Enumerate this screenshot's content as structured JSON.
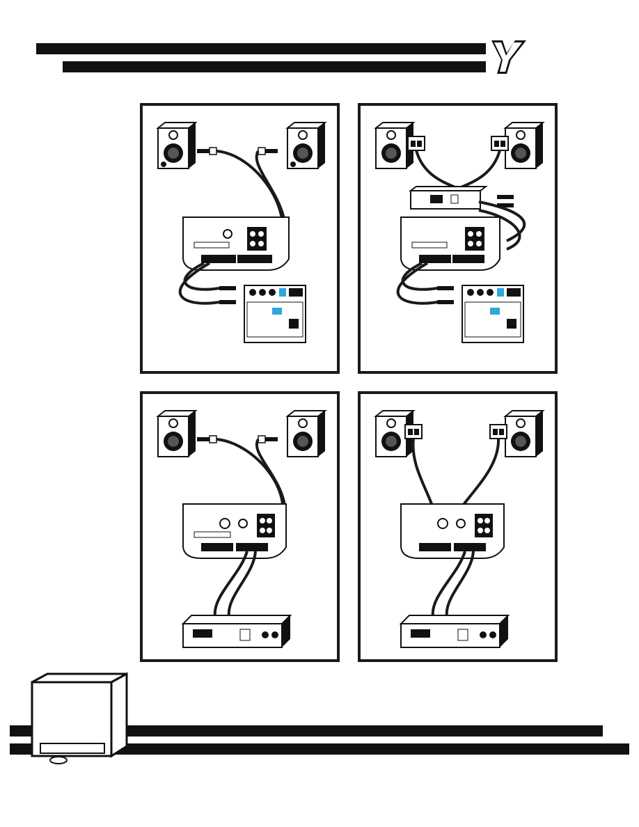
{
  "page": {
    "brand_logo_letter": "Y",
    "colors": {
      "ink": "#111111",
      "cable": "#1a1a1a",
      "accent": "#2fa8d8",
      "paper": "#ffffff"
    }
  },
  "diagrams": [
    {
      "id": "top-left",
      "scene": "powered-monitors-to-subwoofer-to-mixer"
    },
    {
      "id": "top-right",
      "scene": "amplifier-to-speakers-via-subwoofer-and-mixer"
    },
    {
      "id": "bottom-left",
      "scene": "amplifier-to-subwoofer-line-to-monitors"
    },
    {
      "id": "bottom-right",
      "scene": "amplifier-to-subwoofer-speaker-wire-to-passive-speakers"
    }
  ],
  "icons": [
    "speaker-icon",
    "subwoofer-panel-icon",
    "mixer-icon",
    "amplifier-icon",
    "rca-plug-icon",
    "speakon-connector-icon",
    "subwoofer-cabinet-icon"
  ]
}
